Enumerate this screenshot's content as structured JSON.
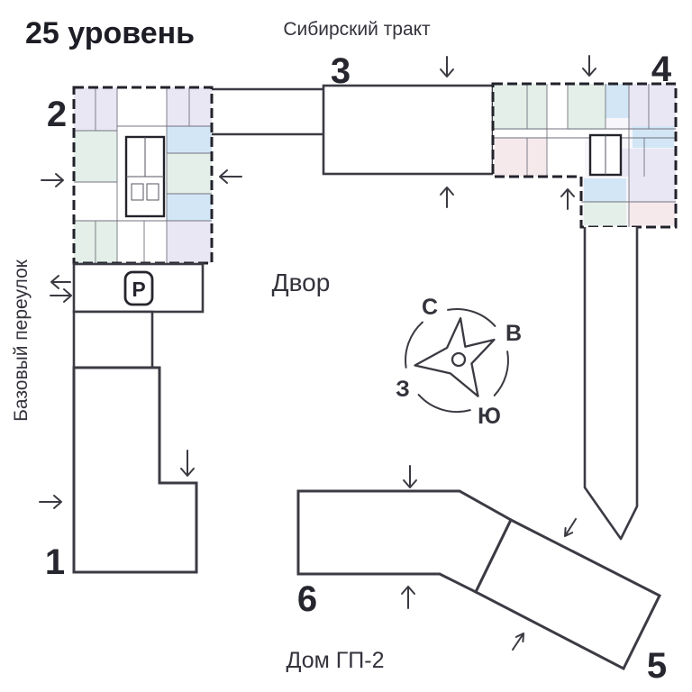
{
  "title": "25 уровень",
  "streets": {
    "top": "Сибирский тракт",
    "left": "Базовый переулок"
  },
  "areas": {
    "courtyard": "Двор",
    "house": "Дом ГП-2"
  },
  "parking": {
    "symbol": "P"
  },
  "buildings": {
    "b1": "1",
    "b2": "2",
    "b3": "3",
    "b4": "4",
    "b5": "5",
    "b6": "6"
  },
  "compass": {
    "north": "С",
    "east": "В",
    "south": "Ю",
    "west": "З"
  },
  "colors": {
    "ink": "#3b3b44",
    "facade": "#22222b",
    "text": "#2b2b33",
    "room_green": "#e3efe8",
    "room_blue": "#d2e6f6",
    "room_lavender": "#e9e7f3",
    "room_pink": "#f6e9ec",
    "plan_base": "#f7f6fa"
  }
}
